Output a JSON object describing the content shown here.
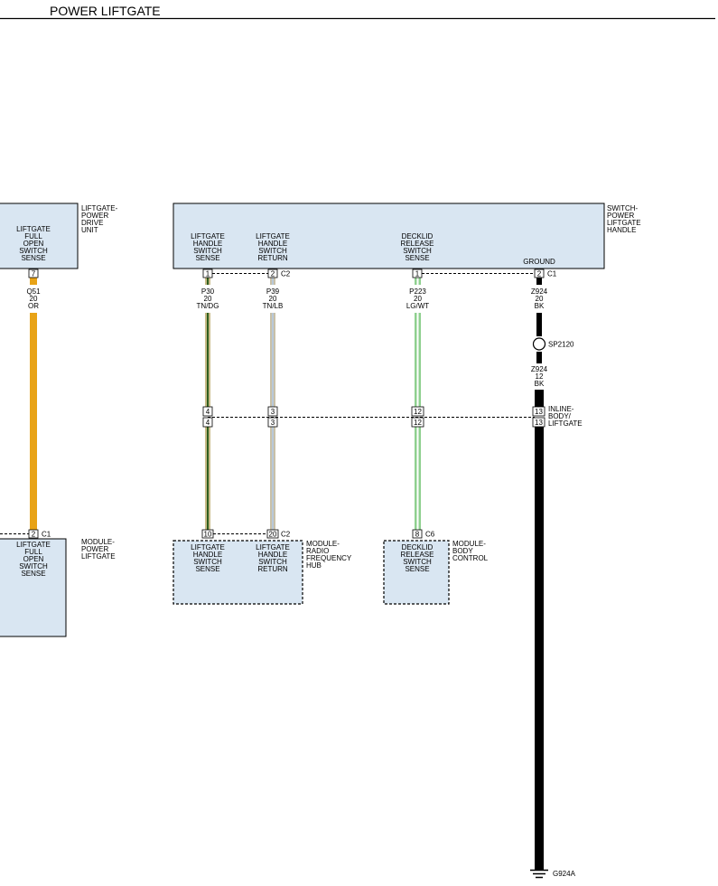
{
  "page": {
    "title": "POWER LIFTGATE"
  },
  "components": {
    "drive_unit": {
      "name": [
        "LIFTGATE-",
        "POWER",
        "DRIVE",
        "UNIT"
      ],
      "pin_label": [
        "LIFTGATE",
        "FULL",
        "OPEN",
        "SWITCH",
        "SENSE"
      ],
      "pin": "7"
    },
    "switch_handle": {
      "name": [
        "SWITCH-",
        "POWER",
        "LIFTGATE",
        "HANDLE"
      ],
      "pins": [
        {
          "label": [
            "LIFTGATE",
            "HANDLE",
            "SWITCH",
            "SENSE"
          ],
          "pin": "1"
        },
        {
          "label": [
            "LIFTGATE",
            "HANDLE",
            "SWITCH",
            "RETURN"
          ],
          "pin": "2"
        },
        {
          "label": [
            "DECKLID",
            "RELEASE",
            "SWITCH",
            "SENSE"
          ],
          "pin": "1"
        },
        {
          "label": [
            "GROUND"
          ],
          "pin": "2"
        }
      ],
      "connectors": [
        "C2",
        "C1"
      ]
    },
    "module_power_liftgate": {
      "name": [
        "MODULE-",
        "POWER",
        "LIFTGATE"
      ],
      "pin_label": [
        "LIFTGATE",
        "FULL",
        "OPEN",
        "SWITCH",
        "SENSE"
      ],
      "pin": "2",
      "connector": "C1"
    },
    "module_rf_hub": {
      "name": [
        "MODULE-",
        "RADIO",
        "FREQUENCY",
        "HUB"
      ],
      "pins": [
        {
          "label": [
            "LIFTGATE",
            "HANDLE",
            "SWITCH",
            "SENSE"
          ],
          "pin": "10"
        },
        {
          "label": [
            "LIFTGATE",
            "HANDLE",
            "SWITCH",
            "RETURN"
          ],
          "pin": "20"
        }
      ],
      "connector": "C2"
    },
    "module_body_control": {
      "name": [
        "MODULE-",
        "BODY",
        "CONTROL"
      ],
      "pin_label": [
        "DECKLID",
        "RELEASE",
        "SWITCH",
        "SENSE"
      ],
      "pin": "8",
      "connector": "C6"
    },
    "inline_connector": {
      "name": [
        "INLINE-",
        "BODY/",
        "LIFTGATE"
      ],
      "pins_upper": [
        "4",
        "3",
        "12",
        "13"
      ],
      "pins_lower": [
        "4",
        "3",
        "12",
        "13"
      ]
    },
    "splice": {
      "name": "SP2120"
    },
    "ground": {
      "name": "G924A"
    }
  },
  "wires": [
    {
      "circuit": "Q51",
      "gauge": "20",
      "color": "OR",
      "hex": "#E8A317"
    },
    {
      "circuit": "P30",
      "gauge": "20",
      "color": "TN/DG",
      "hex": "#C8BB88",
      "stripe": "#2F5F1E"
    },
    {
      "circuit": "P39",
      "gauge": "20",
      "color": "TN/LB",
      "hex": "#C8C0A8",
      "stripe": "#B8C8D8"
    },
    {
      "circuit": "P223",
      "gauge": "20",
      "color": "LG/WT",
      "hex": "#8FD08F",
      "stripe": "#FFFFFF"
    },
    {
      "circuit": "Z924",
      "gauge": "20",
      "color": "BK",
      "hex": "#000000"
    },
    {
      "circuit": "Z924",
      "gauge": "12",
      "color": "BK",
      "hex": "#000000"
    }
  ],
  "colors": {
    "component_fill": "#D9E6F2",
    "line": "#000000"
  }
}
